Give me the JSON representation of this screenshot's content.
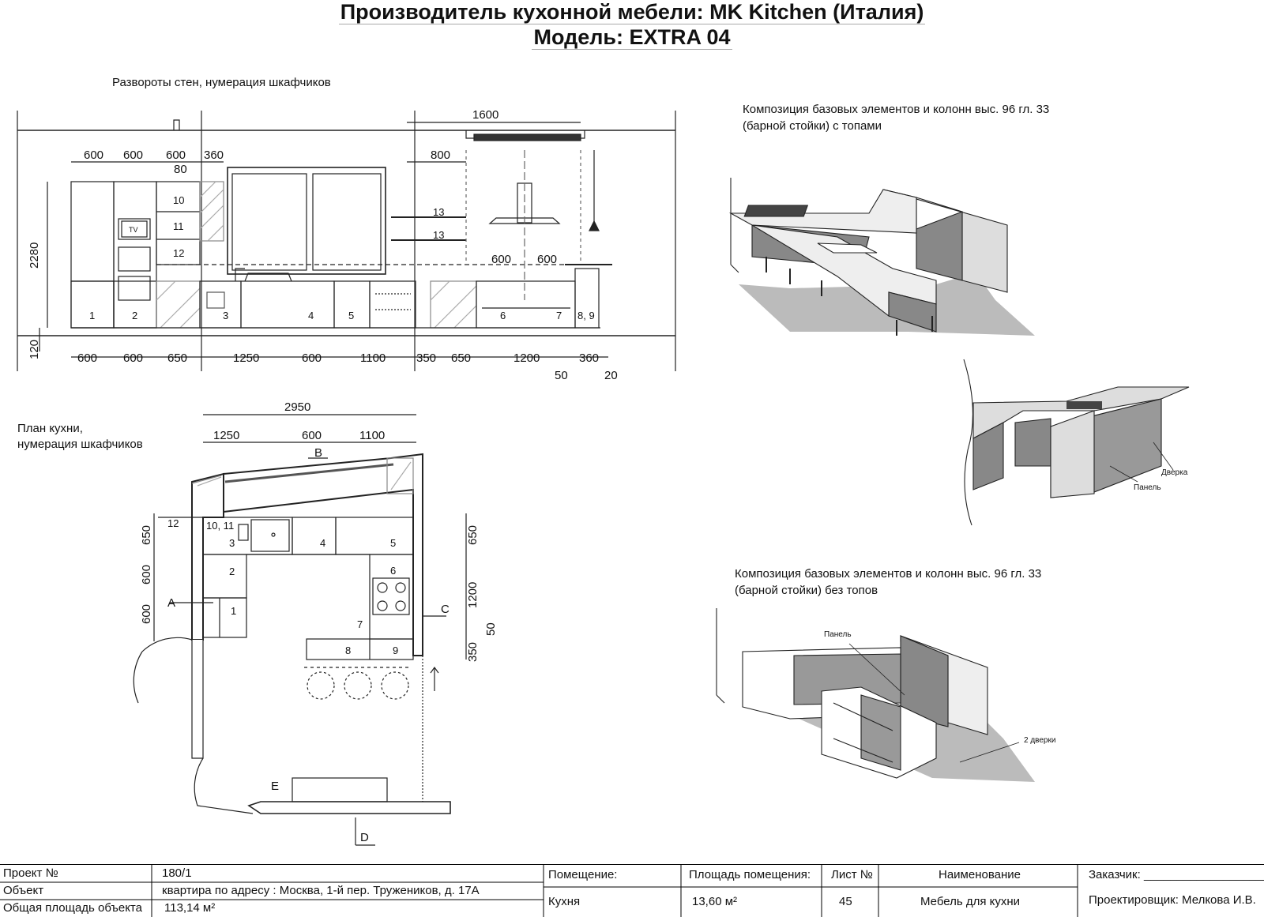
{
  "header": {
    "title_line1": "Производитель кухонной мебели: MK Kitchen (Италия)",
    "title_line2": "Модель: EXTRA 04"
  },
  "elevation": {
    "caption": "Развороты стен, нумерация шкафчиков",
    "top_dims": [
      "600",
      "600",
      "600",
      "360",
      "80",
      "800",
      "1600"
    ],
    "bottom_dims": [
      "600",
      "600",
      "650",
      "1250",
      "600",
      "1100",
      "350",
      "650",
      "1200",
      "360",
      "50",
      "20"
    ],
    "side_dims": [
      "2280",
      "120"
    ],
    "upper_numbers": [
      "10",
      "11",
      "12",
      "13",
      "13"
    ],
    "lower_numbers": [
      "1",
      "2",
      "3",
      "4",
      "5",
      "6",
      "7",
      "8, 9"
    ],
    "bar_dims": [
      "600",
      "600"
    ],
    "tv_label": "TV"
  },
  "plan": {
    "caption_line1": "План кухни,",
    "caption_line2": "нумерация шкафчиков",
    "top_dims": [
      "2950",
      "1250",
      "600",
      "1100"
    ],
    "left_dims": [
      "650",
      "600",
      "600",
      "12"
    ],
    "right_dims": [
      "650",
      "1200",
      "50",
      "350"
    ],
    "cabinet_numbers": [
      "10, 11",
      "3",
      "4",
      "5",
      "2",
      "6",
      "1",
      "7",
      "8",
      "9"
    ],
    "wall_letters": [
      "A",
      "B",
      "C",
      "D",
      "E"
    ]
  },
  "iso_top": {
    "caption_line1": "Композиция базовых элементов и колонн выс. 96 гл. 33",
    "caption_line2": "(барной стойки) с топами",
    "callouts": [
      "Дверка",
      "Панель"
    ]
  },
  "iso_bottom": {
    "caption_line1": "Композиция базовых элементов и колонн выс. 96 гл. 33",
    "caption_line2": "(барной стойки) без топов",
    "callouts": [
      "Панель",
      "2 дверки"
    ]
  },
  "title_block": {
    "project_label": "Проект №",
    "project_value": "180/1",
    "object_label": "Объект",
    "object_value": "квартира по адресу : Москва, 1-й пер. Тружеников, д. 17А",
    "area_label": "Общая площадь объекта",
    "area_value": "113,14 м²",
    "room_label": "Помещение:",
    "room_value": "Кухня",
    "room_area_label": "Площадь помещения:",
    "room_area_value": "13,60 м²",
    "sheet_label": "Лист №",
    "sheet_value": "45",
    "name_label": "Наименование",
    "name_value": "Мебель для кухни",
    "customer_label": "Заказчик: ___________________",
    "designer_label": "Проектировщик: Мелкова И.В."
  }
}
